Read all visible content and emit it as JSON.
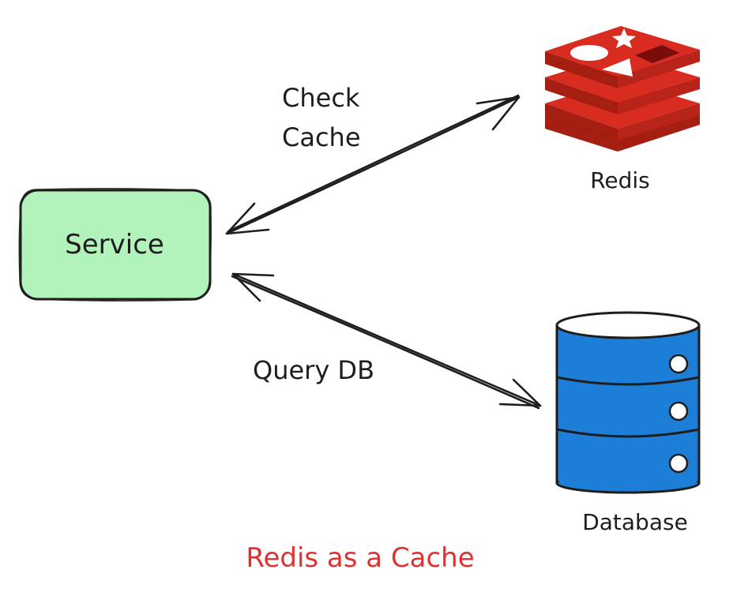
{
  "diagram": {
    "title": "Redis as a Cache",
    "nodes": {
      "service": {
        "label": "Service"
      },
      "redis": {
        "label": "Redis",
        "icon": "redis-logo-icon"
      },
      "database": {
        "label": "Database",
        "icon": "database-cylinder-icon"
      }
    },
    "edges": {
      "check_cache": {
        "label_line1": "Check",
        "label_line2": "Cache",
        "from": "Service",
        "to": "Redis",
        "bidirectional": true
      },
      "query_db": {
        "label": "Query DB",
        "from": "Service",
        "to": "Database",
        "bidirectional": true
      }
    }
  },
  "colors": {
    "service_fill": "#b2f2bb",
    "stroke": "#1e1e1e",
    "redis_red": "#c6302b",
    "database_blue": "#1c7ed6",
    "title": "#e03131"
  }
}
